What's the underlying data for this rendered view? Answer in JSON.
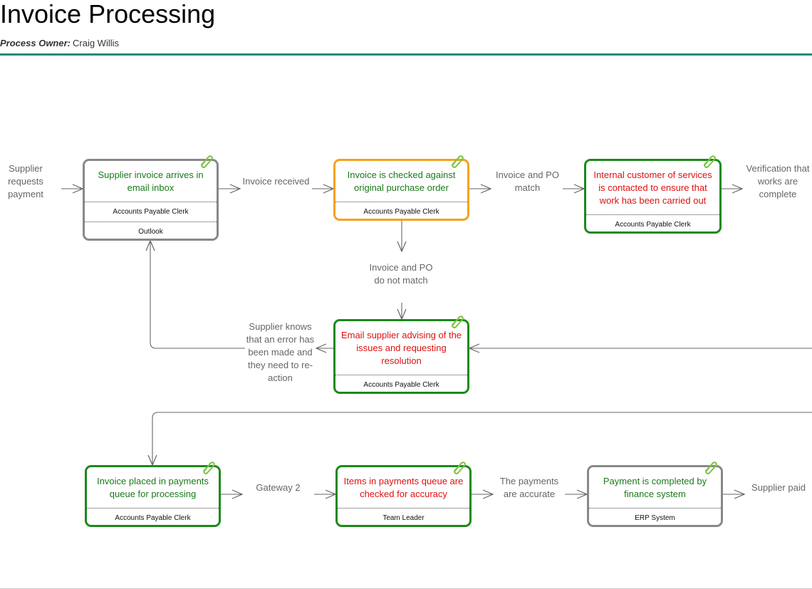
{
  "header": {
    "title": "Invoice Processing",
    "owner_label": "Process Owner:",
    "owner_name": "Craig Willis"
  },
  "colors": {
    "header_rule": "#1f8a7a",
    "border_green": "#1b8a1b",
    "border_orange": "#f4a21d",
    "border_grey": "#888888",
    "text_green": "#1b7a1b",
    "text_red": "#e01010",
    "label_grey": "#666666",
    "clip_green": "#7cc242"
  },
  "labels": {
    "supplier_requests_payment": "Supplier requests payment",
    "invoice_received": "Invoice received",
    "invoice_po_match": "Invoice and PO match",
    "verification_complete": "Verification that works are complete",
    "invoice_po_no_match": "Invoice and PO do not match",
    "supplier_knows_error": "Supplier knows that an error has been made and they need to re-action",
    "gateway_2": "Gateway 2",
    "payments_accurate": "The payments are accurate",
    "supplier_paid": "Supplier paid"
  },
  "tasks": {
    "arrives": {
      "title": "Supplier invoice arrives in email inbox",
      "role": "Accounts Payable Clerk",
      "system": "Outlook"
    },
    "checked": {
      "title": "Invoice is checked against original purchase order",
      "role": "Accounts Payable Clerk"
    },
    "contact": {
      "title": "Internal customer of services is contacted to ensure that work has been carried out",
      "role": "Accounts Payable Clerk"
    },
    "email": {
      "title": "Email supplier advising of the issues and requesting resolution",
      "role": "Accounts Payable Clerk"
    },
    "queue": {
      "title": "Invoice placed in payments queue for processing",
      "role": "Accounts Payable Clerk"
    },
    "accuracy": {
      "title": "Items in payments queue are checked for accuracy",
      "role": "Team Leader"
    },
    "completed": {
      "title": "Payment is completed by finance system",
      "role": "ERP System"
    }
  }
}
